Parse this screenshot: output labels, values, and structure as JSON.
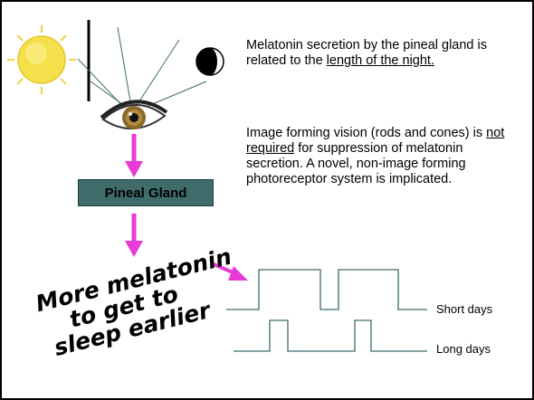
{
  "paragraph1": {
    "text_before": "Melatonin secretion by the pineal gland is related to the ",
    "underlined": "length of the night."
  },
  "paragraph2": {
    "text_before": "Image forming vision (rods and cones) is ",
    "underlined": "not required",
    "text_after": " for suppression of melatonin secretion. A novel, non-image forming photoreceptor system is implicated."
  },
  "pineal_box": {
    "label": "Pineal Gland",
    "fill": "#3f6b6b"
  },
  "wave_text": {
    "line1": "More melatonin",
    "line2": "to get to",
    "line3": "sleep earlier"
  },
  "traces": {
    "short_label": "Short days",
    "long_label": "Long days"
  },
  "icons": {
    "sun": "sun-icon",
    "moon": "moon-icon",
    "eye": "eye-icon"
  },
  "colors": {
    "arrow": "#e83ad6",
    "sun": "#f4e04a",
    "line": "#3f6b6b"
  }
}
